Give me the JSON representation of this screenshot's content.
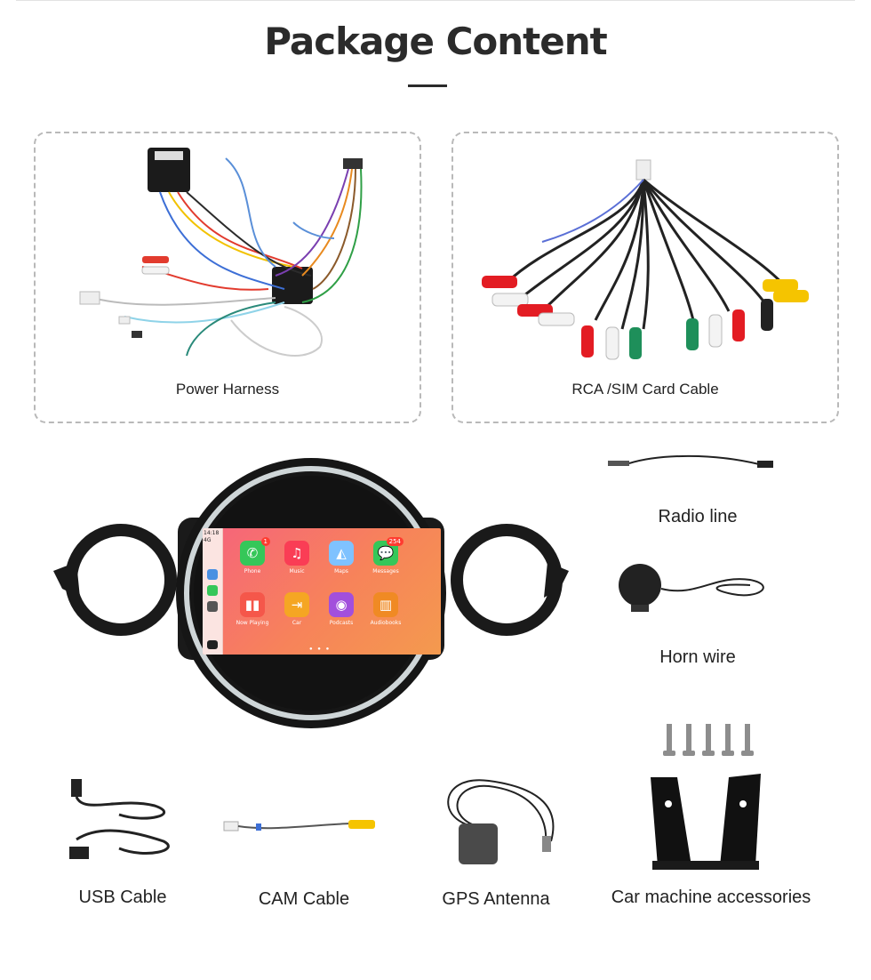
{
  "header": {
    "title": "Package Content"
  },
  "items": {
    "power_harness": "Power Harness",
    "rca_cable": "RCA /SIM Card Cable",
    "radio_line": "Radio line",
    "horn_wire": "Horn wire",
    "usb_cable": "USB Cable",
    "cam_cable": "CAM Cable",
    "gps_antenna": "GPS Antenna",
    "car_accessories": "Car machine accessories"
  },
  "screen": {
    "time": "14:18",
    "network": "4G",
    "apps": [
      {
        "label": "Phone",
        "badge": "1",
        "icon": "phone-icon",
        "color": "#35c759"
      },
      {
        "label": "Music",
        "badge": "",
        "icon": "music-icon",
        "color": "#fa3d55"
      },
      {
        "label": "Maps",
        "badge": "",
        "icon": "maps-icon",
        "color": "#4a90e2"
      },
      {
        "label": "Messages",
        "badge": "254",
        "icon": "messages-icon",
        "color": "#35c759"
      },
      {
        "label": "Now Playing",
        "badge": "",
        "icon": "now-playing-icon",
        "color": "#f5574a"
      },
      {
        "label": "Car",
        "badge": "",
        "icon": "car-icon",
        "color": "#f5a623"
      },
      {
        "label": "Podcasts",
        "badge": "",
        "icon": "podcasts-icon",
        "color": "#a24fdc"
      },
      {
        "label": "Audiobooks",
        "badge": "",
        "icon": "audiobooks-icon",
        "color": "#f08a24"
      }
    ]
  }
}
